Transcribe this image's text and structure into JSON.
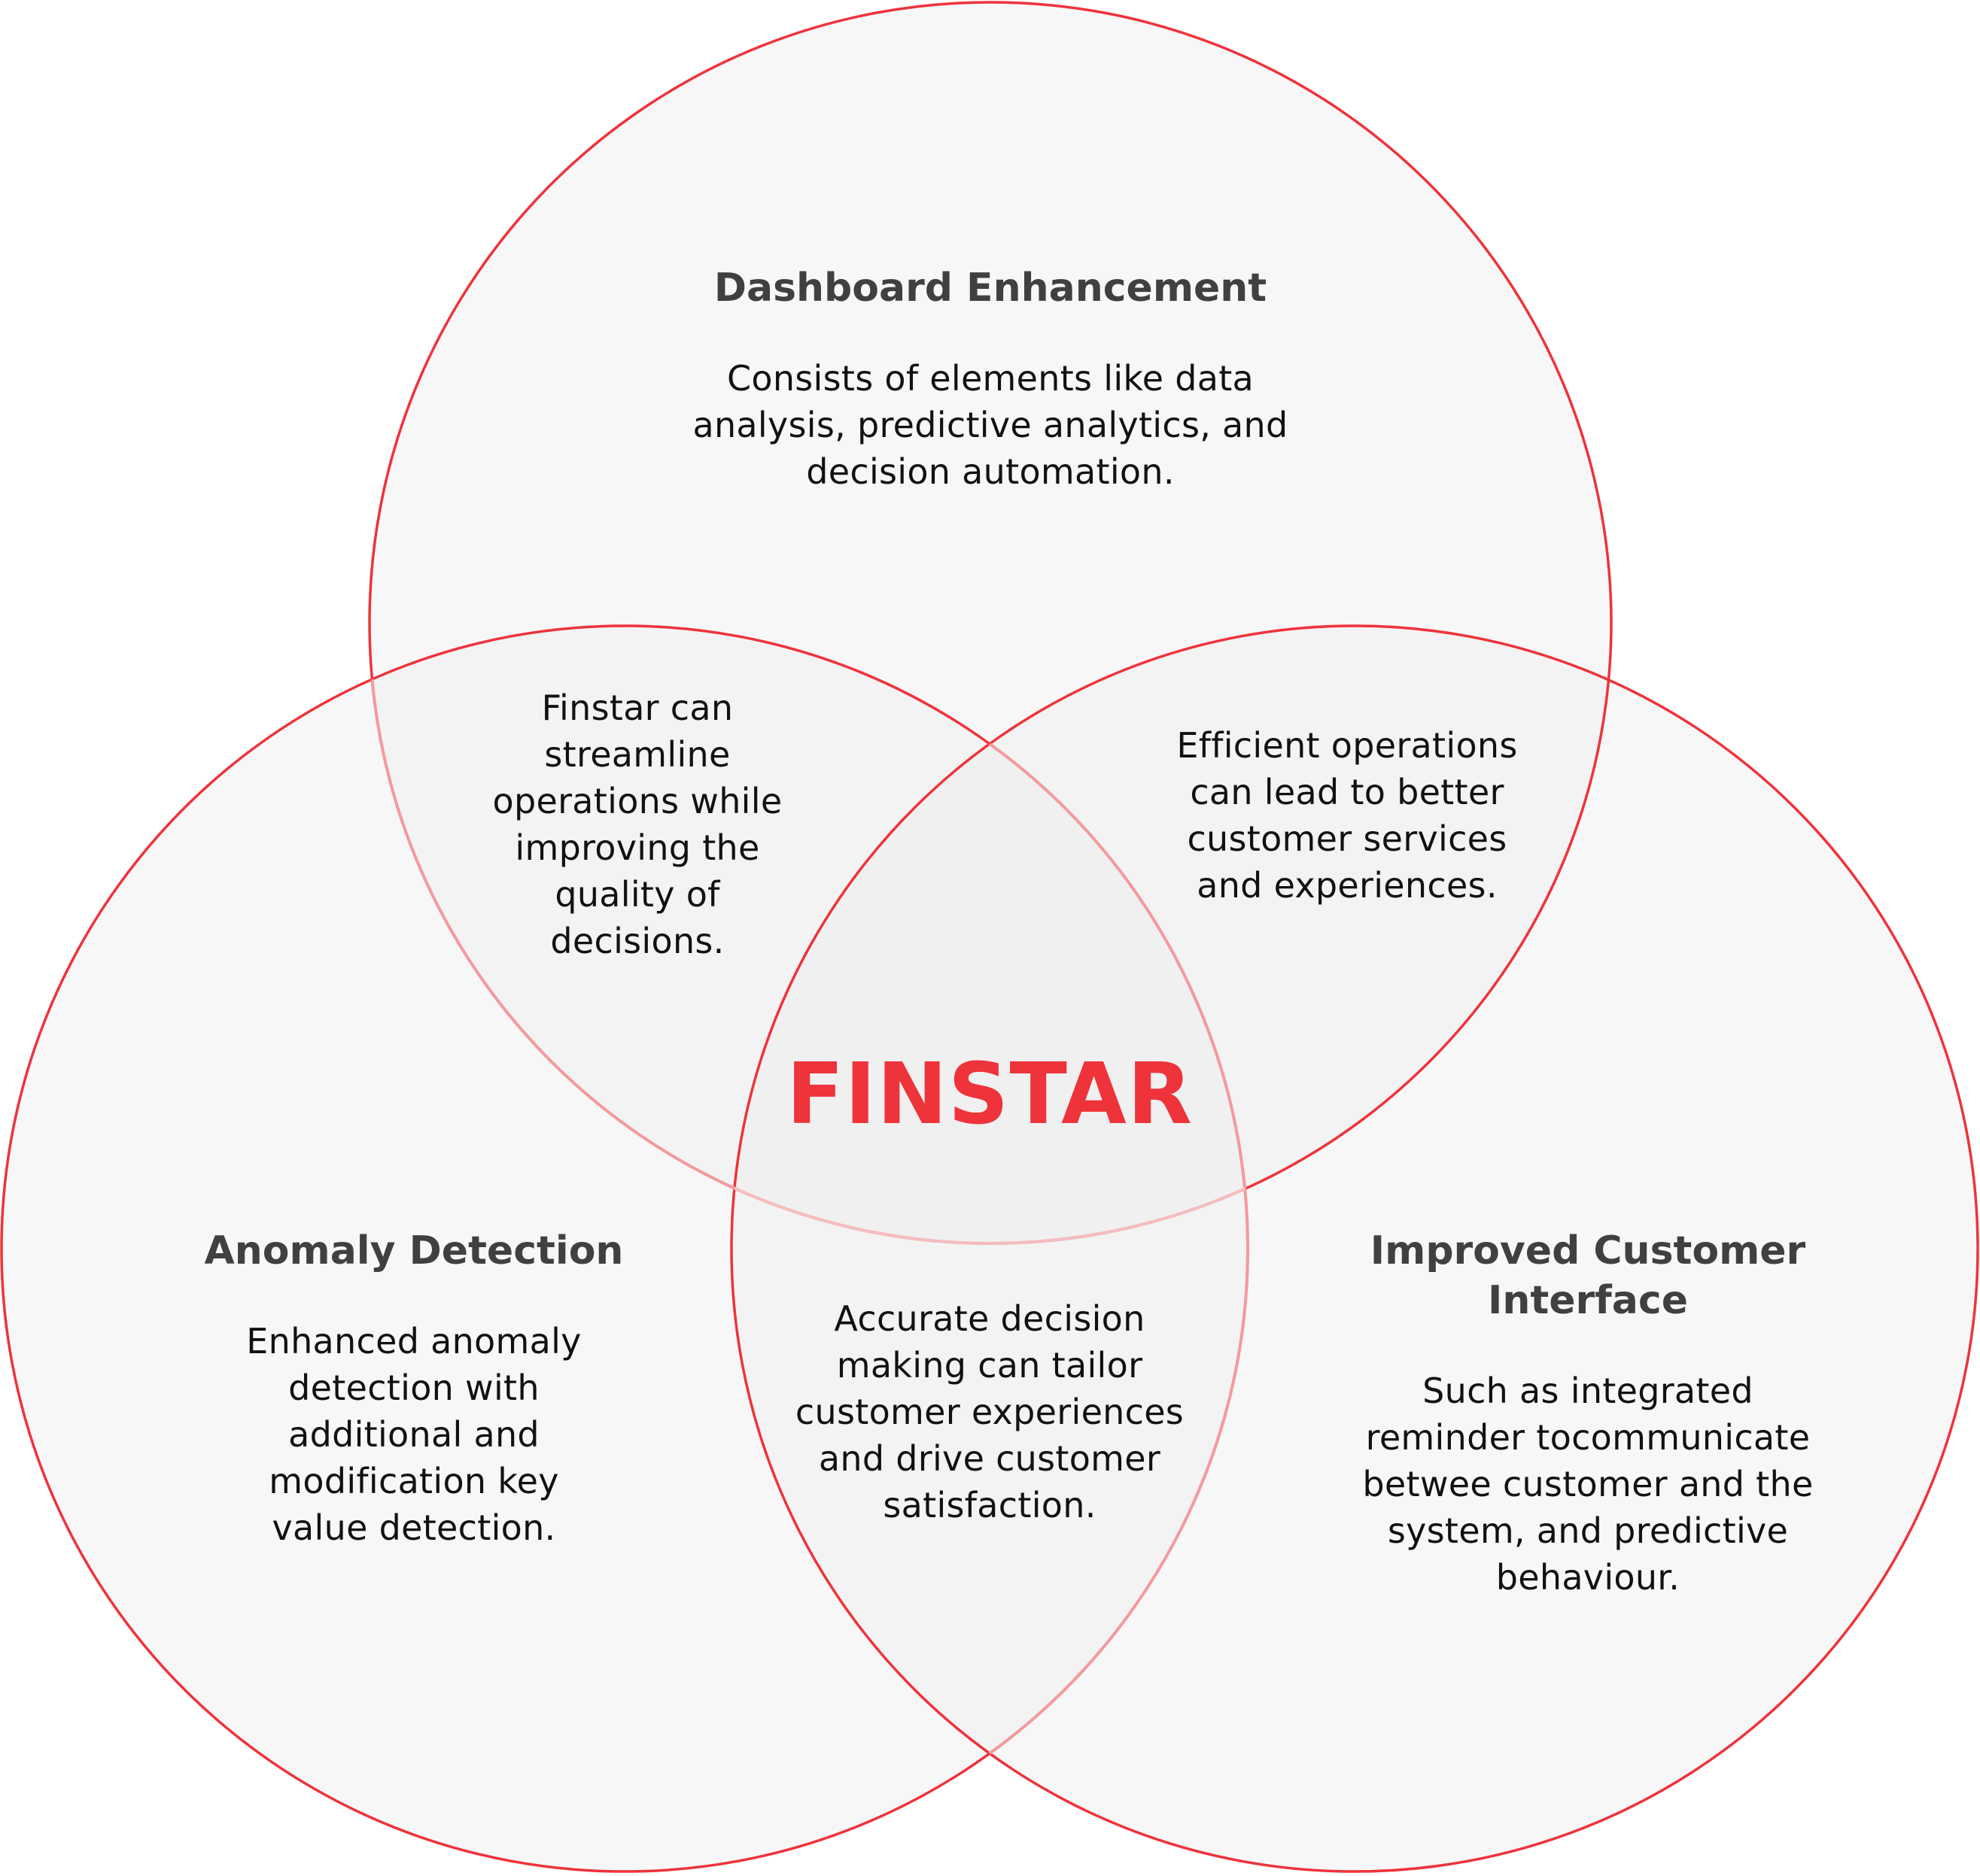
{
  "colors": {
    "accent": "#EE333B",
    "heading_text": "#404040",
    "body_text": "#111111",
    "circle_fill": "#F7F7F7",
    "overlap_fill": "#F2F2F2",
    "background": "#FFFFFF"
  },
  "center": {
    "label": "FINSTAR"
  },
  "sets": {
    "top": {
      "title": "Dashboard Enhancement",
      "description": "Consists of elements like data\nanalysis, predictive analytics, and\ndecision automation."
    },
    "left": {
      "title": "Anomaly Detection",
      "description": "Enhanced anomaly\ndetection with\nadditional and\nmodification key\nvalue detection."
    },
    "right": {
      "title": "Improved Customer\nInterface",
      "description": "Such as integrated\nreminder tocommunicate\nbetwee customer and the\nsystem, and predictive\nbehaviour."
    }
  },
  "intersections": {
    "top_left": "Finstar can\nstreamline\noperations while\nimproving the\nquality of\ndecisions.",
    "top_right": "Efficient operations\ncan lead to better\ncustomer services\nand experiences.",
    "left_right": "Accurate decision\nmaking can tailor\ncustomer experiences\nand drive customer\nsatisfaction."
  }
}
